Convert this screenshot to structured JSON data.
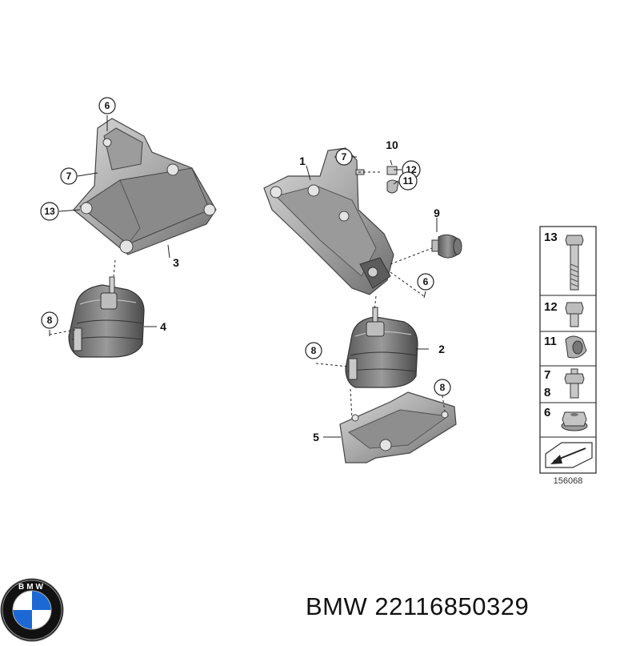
{
  "parts": [
    {
      "number": "1"
    },
    {
      "number": "2"
    },
    {
      "number": "3"
    },
    {
      "number": "4"
    },
    {
      "number": "5"
    },
    {
      "number": "9"
    },
    {
      "number": "10"
    }
  ],
  "callouts": {
    "c6_top": "6",
    "c7_left": "7",
    "c13_left": "13",
    "c8_left": "8",
    "c7_right": "7",
    "c12": "12",
    "c11": "11",
    "c6_right": "6",
    "c8_mid": "8",
    "c8_bracket": "8"
  },
  "legend": {
    "rows": [
      {
        "labels": [
          "13"
        ],
        "icon": "long-bolt-icon"
      },
      {
        "labels": [
          "12"
        ],
        "icon": "short-bolt-icon"
      },
      {
        "labels": [
          "11"
        ],
        "icon": "clip-nut-icon"
      },
      {
        "labels": [
          "7",
          "8"
        ],
        "icon": "stud-bolt-icon"
      },
      {
        "labels": [
          "6"
        ],
        "icon": "flange-nut-icon"
      },
      {
        "labels": [],
        "icon": "direction-arrow-icon"
      }
    ],
    "diagram_id": "156068"
  },
  "caption": "BMW 22116850329",
  "logo": {
    "name": "bmw-logo-icon",
    "letters": "BMW",
    "colors": [
      "#1c69d4",
      "#ffffff",
      "#000000"
    ]
  }
}
